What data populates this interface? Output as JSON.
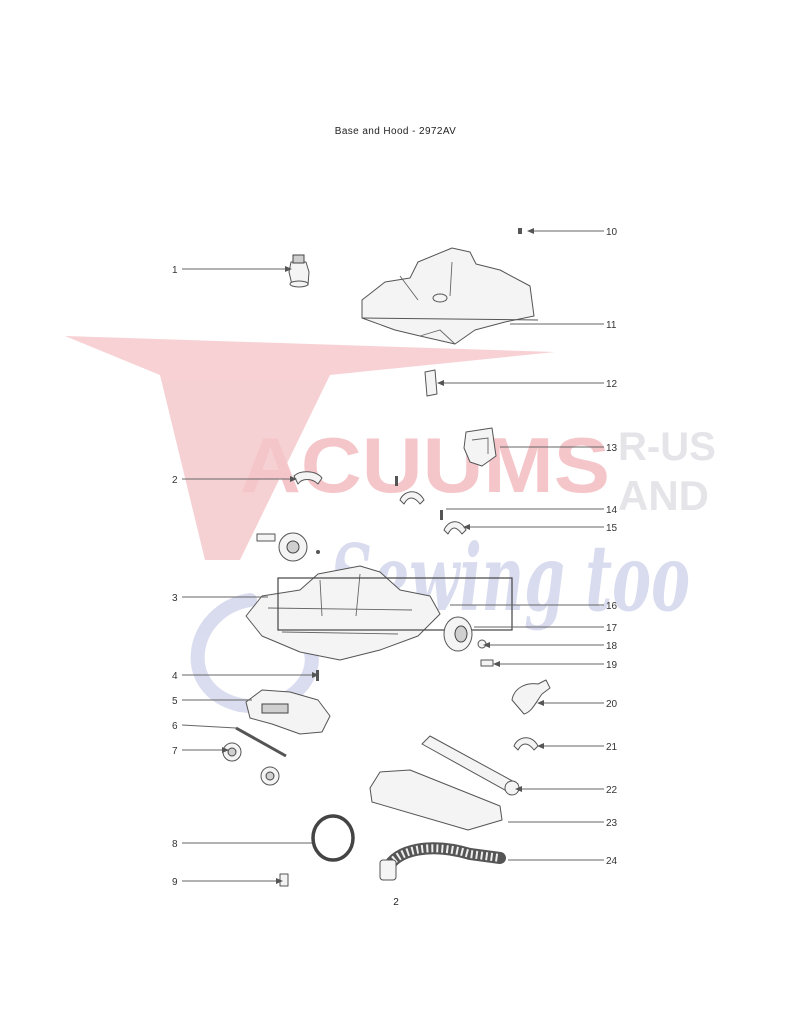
{
  "title": "Base and Hood - 2972AV",
  "page_number": "2",
  "watermark": {
    "line1": "ACUUMS",
    "side_top": "R-US",
    "side_mid": "AND",
    "script": "Sewing too",
    "color_red": "#f2b8bd",
    "color_grey": "#d9d9df",
    "color_blue": "#c9cde6"
  },
  "callouts": [
    "1",
    "2",
    "3",
    "4",
    "5",
    "6",
    "7",
    "8",
    "9",
    "10",
    "11",
    "12",
    "13",
    "14",
    "15",
    "16",
    "17",
    "18",
    "19",
    "20",
    "21",
    "22",
    "23",
    "24"
  ]
}
